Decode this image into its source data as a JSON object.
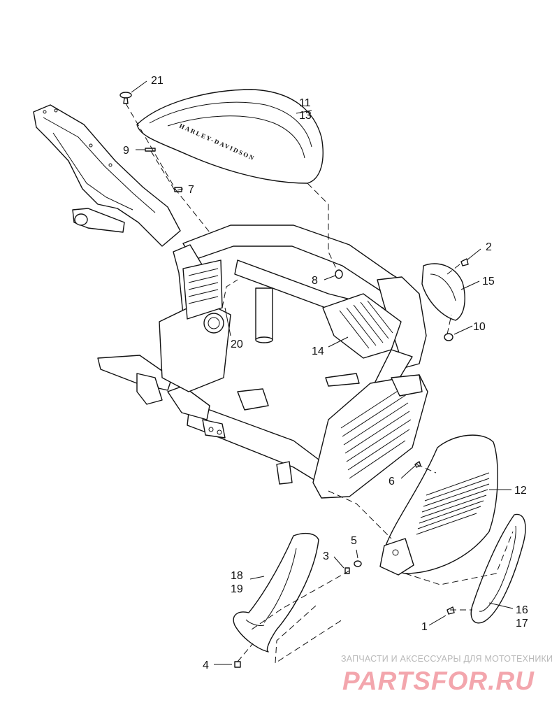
{
  "diagram": {
    "callouts": [
      {
        "id": "c1",
        "label": "1"
      },
      {
        "id": "c2",
        "label": "2"
      },
      {
        "id": "c3",
        "label": "3"
      },
      {
        "id": "c4",
        "label": "4"
      },
      {
        "id": "c5",
        "label": "5"
      },
      {
        "id": "c6",
        "label": "6"
      },
      {
        "id": "c7",
        "label": "7"
      },
      {
        "id": "c8",
        "label": "8"
      },
      {
        "id": "c9",
        "label": "9"
      },
      {
        "id": "c10",
        "label": "10"
      },
      {
        "id": "c11",
        "label": "11"
      },
      {
        "id": "c12",
        "label": "12"
      },
      {
        "id": "c13",
        "label": "13"
      },
      {
        "id": "c14",
        "label": "14"
      },
      {
        "id": "c15",
        "label": "15"
      },
      {
        "id": "c16",
        "label": "16"
      },
      {
        "id": "c17",
        "label": "17"
      },
      {
        "id": "c18",
        "label": "18"
      },
      {
        "id": "c19",
        "label": "19"
      },
      {
        "id": "c20",
        "label": "20"
      },
      {
        "id": "c21",
        "label": "21"
      }
    ],
    "tank_brand_text": "HARLEY-DAVIDSON"
  },
  "watermark": {
    "tagline": "ЗАПЧАСТИ И АКСЕССУАРЫ ДЛЯ МОТОТЕХНИКИ",
    "site": "PARTSFOR.RU",
    "tagline_color": "#b9b9b9",
    "site_color": "#f3a6ad"
  }
}
